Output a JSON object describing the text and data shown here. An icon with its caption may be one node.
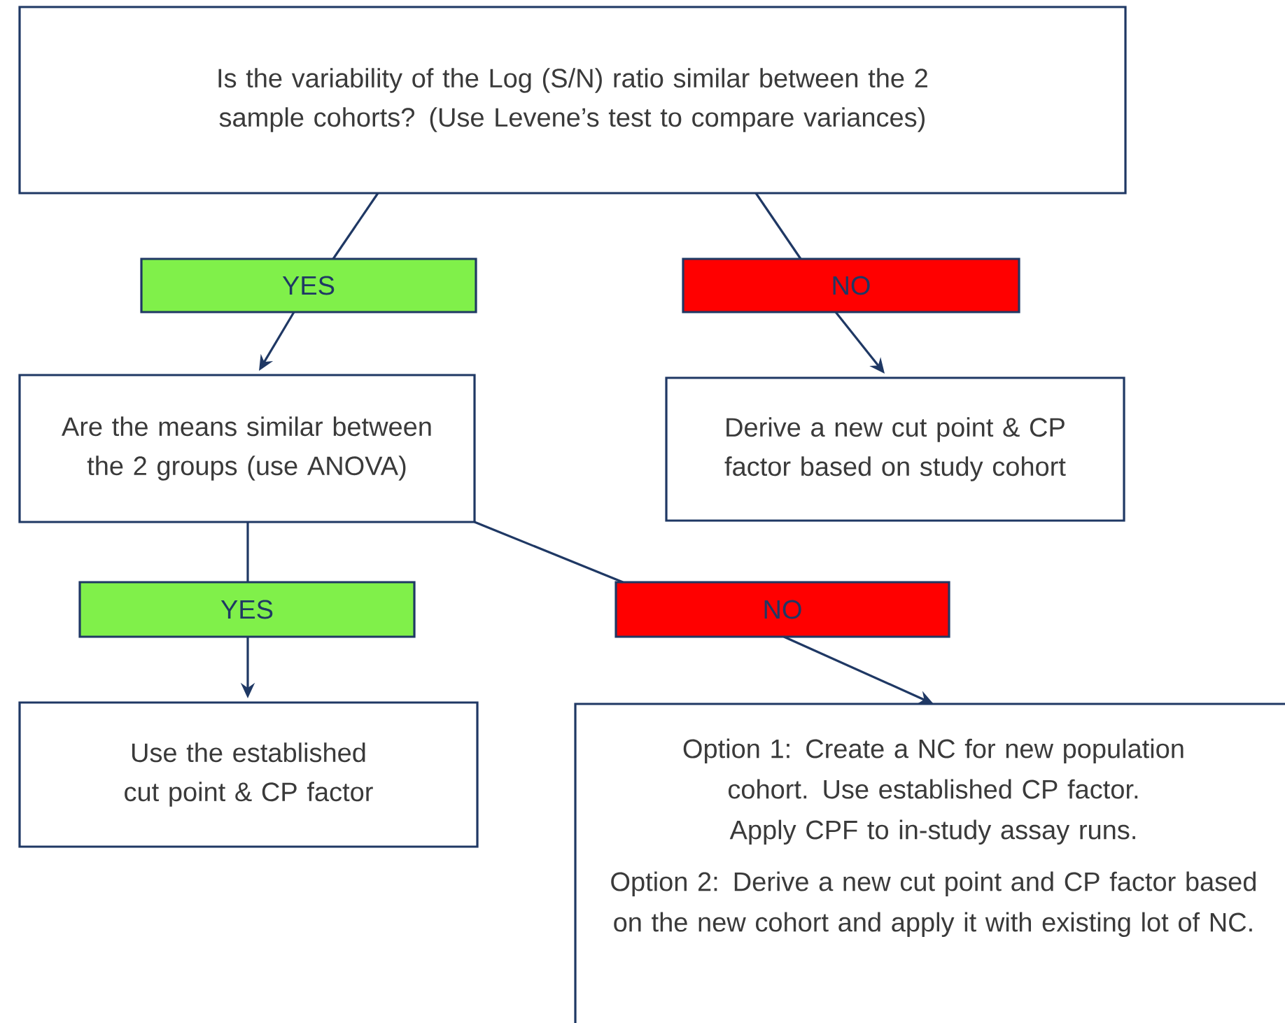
{
  "diagram": {
    "nodes": [
      {
        "text": [
          "Is the variability of the Log (S/N) ratio similar between the 2 sample cohorts? (Use Levene’s test to compare variances)"
        ]
      },
      {
        "text": [
          "YES"
        ]
      },
      {
        "text": [
          "NO"
        ]
      },
      {
        "text": [
          "Are the means similar between the 2 groups (use ANOVA)"
        ]
      },
      {
        "text": [
          "Derive a new cut point & CP factor based on study cohort"
        ]
      },
      {
        "text": [
          "YES"
        ]
      },
      {
        "text": [
          "NO"
        ]
      },
      {
        "text": [
          "Use the established cut point & CP factor"
        ]
      },
      {
        "text": [
          "Option 1: Create a NC for new population cohort. Use established CP factor. Apply CPF to in-study assay runs.",
          "Option 2: Derive a new cut point and CP factor based on the new cohort and apply it with existing lot of NC."
        ]
      }
    ],
    "edges": [
      {
        "from": 0,
        "to": 1,
        "arrow": "none"
      },
      {
        "from": 1,
        "to": 3,
        "arrow": "to"
      },
      {
        "from": 0,
        "to": 2,
        "arrow": "none"
      },
      {
        "from": 2,
        "to": 4,
        "arrow": "to"
      },
      {
        "from": 3,
        "to": 5,
        "arrow": "none"
      },
      {
        "from": 5,
        "to": 7,
        "arrow": "to"
      },
      {
        "from": 3,
        "to": 6,
        "arrow": "none"
      },
      {
        "from": 6,
        "to": 8,
        "arrow": "to"
      }
    ]
  }
}
